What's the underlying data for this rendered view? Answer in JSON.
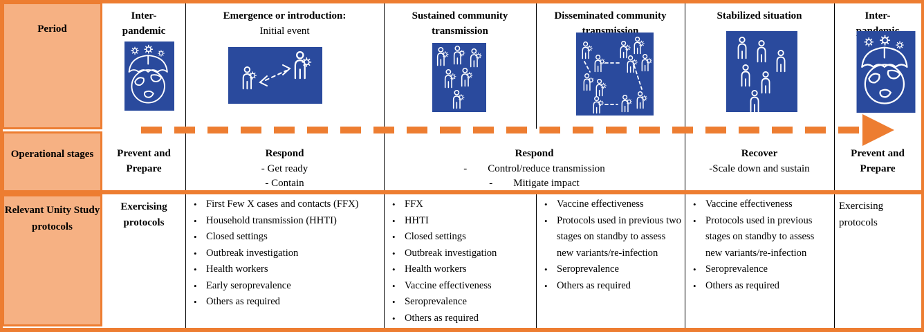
{
  "figure": {
    "row_labels": {
      "period": "Period",
      "operational_stages": "Operational stages",
      "protocols": "Relevant Unity Study protocols"
    },
    "periods": {
      "interpandemic_start": {
        "title_lines": [
          "Inter-",
          "pandemic"
        ]
      },
      "emergence": {
        "title": "Emergence or introduction:",
        "subtitle": "Initial event"
      },
      "sustained": {
        "title": "Sustained community transmission"
      },
      "disseminated": {
        "title": "Disseminated community transmission"
      },
      "stabilized": {
        "title": "Stabilized situation"
      },
      "interpandemic_end": {
        "title_lines": [
          "Inter-",
          "pandemic"
        ]
      }
    },
    "stages": {
      "prevent_prepare_start": {
        "lines": [
          "Prevent and",
          "Prepare"
        ]
      },
      "respond_early": {
        "title": "Respond",
        "lines": [
          "- Get ready",
          "- Contain"
        ]
      },
      "respond_main": {
        "title": "Respond",
        "lines": [
          "-    Control/reduce transmission",
          "-    Mitigate impact"
        ]
      },
      "recover": {
        "title": "Recover",
        "lines": [
          "-Scale down and sustain"
        ]
      },
      "prevent_prepare_end": {
        "lines": [
          "Prevent and",
          "Prepare"
        ]
      }
    },
    "protocols": {
      "interpandemic_start": {
        "lines": [
          "Exercising",
          "protocols"
        ]
      },
      "emergence": {
        "bullets": [
          "First Few X cases and contacts (FFX)",
          "Household transmission (HHTI)",
          "Closed settings",
          "Outbreak investigation",
          "Health workers",
          "Early seroprevalence",
          "Others as required"
        ]
      },
      "sustained": {
        "bullets": [
          "FFX",
          "HHTI",
          "Closed settings",
          "Outbreak investigation",
          "Health workers",
          "Vaccine effectiveness",
          "Seroprevalence",
          "Others as required"
        ]
      },
      "disseminated": {
        "bullets": [
          "Vaccine effectiveness",
          "Protocols used in previous two stages on standby to assess new variants/re-infection",
          "Seroprevalence",
          "Others as required"
        ]
      },
      "stabilized": {
        "bullets": [
          "Vaccine effectiveness",
          "Protocols used in previous stages on standby to assess new variants/re-infection",
          "Seroprevalence",
          "Others as required"
        ]
      },
      "interpandemic_end": {
        "text": "Exercising protocols"
      }
    },
    "icons": {
      "interpandemic": "umbrella-globe-with-virus",
      "emergence": "person-to-person-transmission",
      "sustained": "people-cluster-with-virus",
      "disseminated": "people-network-with-virus",
      "stabilized": "people-without-virus",
      "timeline": "dashed-right-arrow"
    },
    "colors": {
      "accent_orange": "#ED7D31",
      "light_orange": "#F6B183",
      "icon_blue": "#2A4A9D",
      "rule_black": "#000000"
    },
    "glyphs": {
      "bullet": "•"
    }
  }
}
